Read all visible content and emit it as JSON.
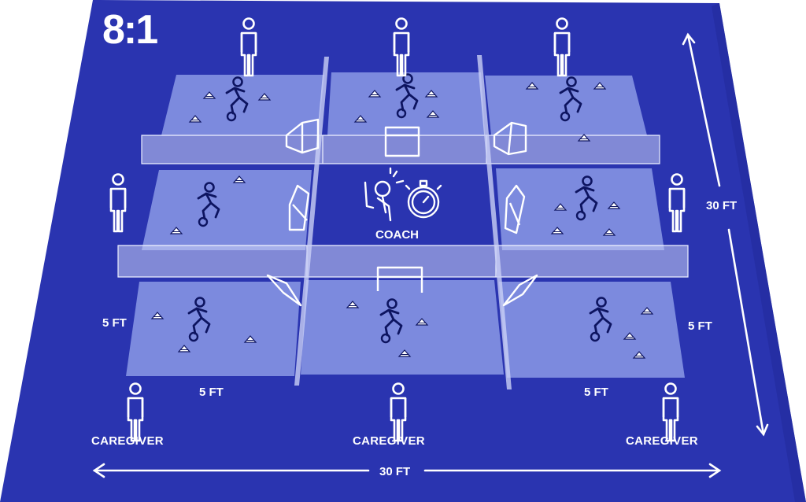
{
  "title": "8:1",
  "coach_label": "COACH",
  "caregiver_labels": [
    "CAREGIVER",
    "CAREGIVER",
    "CAREGIVER"
  ],
  "dimensions": {
    "width_label": "30 FT",
    "depth_label": "30 FT",
    "cell_width_labels": [
      "5 FT",
      "5 FT"
    ],
    "cell_depth_labels": [
      "5 FT",
      "5 FT"
    ]
  },
  "colors": {
    "field": "#2a34b0",
    "field_edge": "#232c9c",
    "panel": "#8f9ee8",
    "wall": "#c9d0f5",
    "line": "#ffffff",
    "figure": "#0d1460"
  },
  "counts": {
    "players": 8,
    "caregivers_perimeter": 8,
    "coaches": 1
  },
  "icons": [
    "person-icon",
    "player-icon",
    "cone-icon",
    "goal-icon",
    "stopwatch-icon",
    "whistle-coach-icon",
    "double-arrow-icon"
  ]
}
